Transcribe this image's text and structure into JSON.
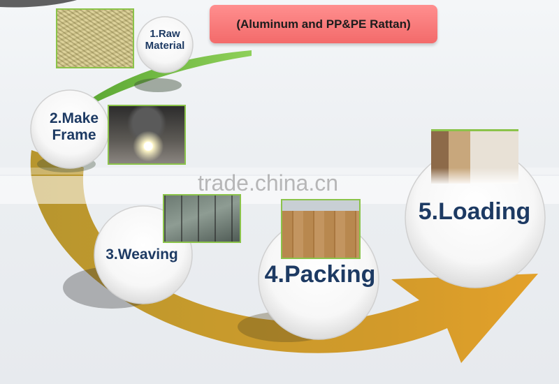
{
  "title": "(Aluminum and PP&PE Rattan)",
  "steps": [
    {
      "label": "1.Raw\nMaterial",
      "image": "rattan-coil-photo"
    },
    {
      "label": "2.Make\nFrame",
      "image": "welding-photo"
    },
    {
      "label": "3.Weaving",
      "image": "weaving-photo"
    },
    {
      "label": "4.Packing",
      "image": "packed-cartons-photo"
    },
    {
      "label": "5.Loading",
      "image": "container-loading-photo"
    }
  ],
  "watermark": "trade.china.cn",
  "colors": {
    "arrow": "#c79a2c",
    "green_band": "#6fbf3a",
    "bubble_text": "#1d3a63",
    "title_pill": "#f36a6a"
  }
}
